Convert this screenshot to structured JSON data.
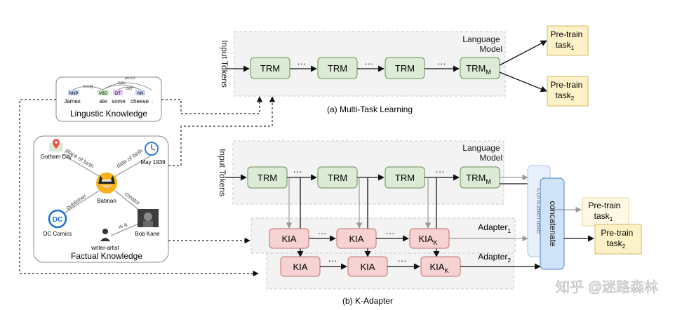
{
  "top": {
    "input_tokens": "Input Tokens",
    "panel_label": [
      "Language",
      "Model"
    ],
    "trm": "TRM",
    "trm_m": "TRM",
    "trm_m_sub": "M",
    "ellipsis": "···",
    "pretrain_1": [
      "Pre-train",
      "task",
      "1"
    ],
    "pretrain_2": [
      "Pre-train",
      "task",
      "2"
    ],
    "caption": "(a) Multi-Task Learning"
  },
  "bottom": {
    "input_tokens": "Input Tokens",
    "panel_label": [
      "Language",
      "Model"
    ],
    "trm": "TRM",
    "trm_m": "TRM",
    "trm_m_sub": "M",
    "ellipsis": "···",
    "adapter1": "Adapter",
    "adapter1_sub": "1",
    "adapter2": "Adapter",
    "adapter2_sub": "2",
    "kia": "KIA",
    "kia_k": "KIA",
    "kia_k_sub": "K",
    "concatenate": "concatenate",
    "pretrain_1": [
      "Pre-train",
      "task",
      "1"
    ],
    "pretrain_2": [
      "Pre-train",
      "task",
      "2"
    ],
    "caption": "(b) K-Adapter"
  },
  "linguistic": {
    "title": "Lingustic Knowledge",
    "words": [
      "James",
      "ate",
      "some",
      "cheese",
      "."
    ],
    "tags": [
      "NNP",
      "VBD",
      "DT",
      "NN"
    ],
    "deps": [
      "nsubj",
      "dobj",
      "det",
      "punct"
    ]
  },
  "factual": {
    "title": "Factual Knowledge",
    "center": "Batman",
    "nodes": [
      "Gotham City",
      "May 1939",
      "DC Comics",
      "Bob Kane",
      "writer-artist"
    ],
    "relations": [
      "place of birth",
      "date of birth",
      "publisher",
      "creator",
      "is a"
    ],
    "dc_logo": "DC"
  },
  "watermark": "知乎 @迷路森林",
  "colors": {
    "trm_fill": "#dcebd5",
    "trm_stroke": "#6b8e5a",
    "kia_fill": "#f6d3d2",
    "kia_stroke": "#c07070",
    "concat_fill": "#cfe2f7",
    "concat_stroke": "#4a7fc0",
    "task_fill": "#fdf1c8",
    "task_stroke": "#d8b860",
    "panel_fill": "#f3f3f3"
  }
}
